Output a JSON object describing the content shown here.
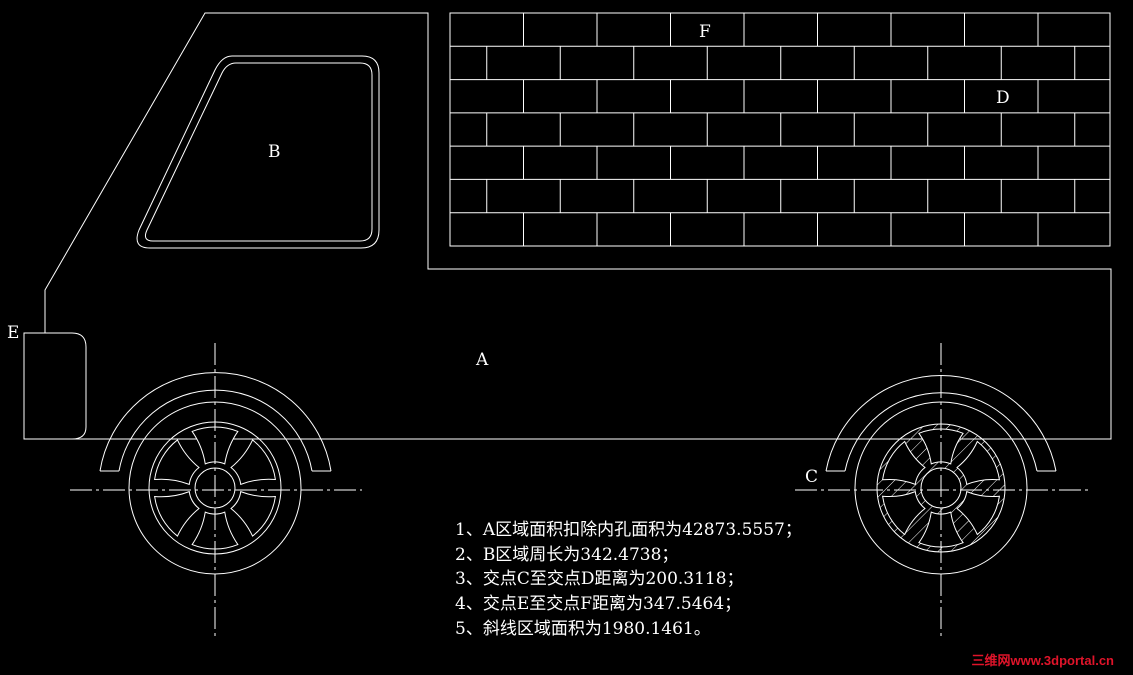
{
  "labels": {
    "a": "A",
    "b": "B",
    "c": "C",
    "d": "D",
    "e": "E",
    "f": "F"
  },
  "notes": [
    "1、A区域面积扣除内孔面积为42873.5557；",
    "2、B区域周长为342.4738；",
    "3、交点C至交点D距离为200.3118；",
    "4、交点E至交点F距离为347.5464；",
    "5、斜线区域面积为1980.1461。"
  ],
  "watermark": "三维网www.3dportal.cn",
  "colors": {
    "background": "#000000",
    "line": "#ffffff",
    "watermark": "#e0142a"
  }
}
